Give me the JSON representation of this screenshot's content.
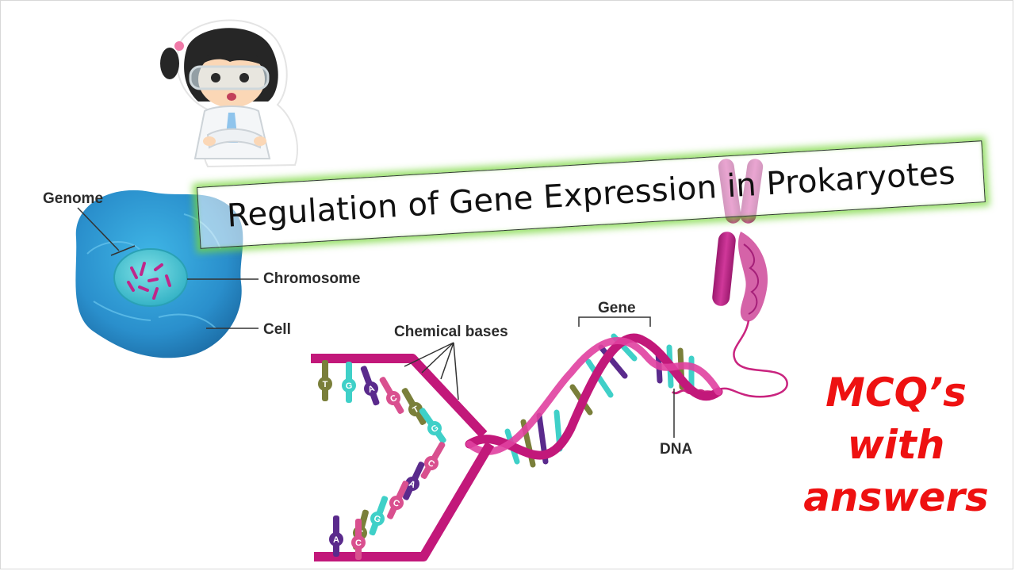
{
  "title": "Regulation of Gene Expression in Prokaryotes",
  "labels": {
    "genome": "Genome",
    "chromosome": "Chromosome",
    "cell": "Cell",
    "chemical_bases": "Chemical bases",
    "gene": "Gene",
    "dna": "DNA"
  },
  "callout": {
    "line1": "MCQ’s",
    "line2": "with",
    "line3": "answers"
  },
  "base_letters": [
    "T",
    "G",
    "A",
    "C",
    "T",
    "G",
    "C",
    "A",
    "C",
    "G",
    "T",
    "A",
    "C"
  ],
  "colors": {
    "dna_backbone": "#c2187a",
    "cell_body": "#2f9fd6",
    "nucleus": "#43c3cf",
    "chromosome": "#c0268a",
    "title_glow": "#78d73c",
    "callout": "#ee1111",
    "base_teal": "#3fd0c8",
    "base_olive": "#7a7f3a",
    "base_purple": "#5a2a8c",
    "base_pink": "#d9508f"
  }
}
